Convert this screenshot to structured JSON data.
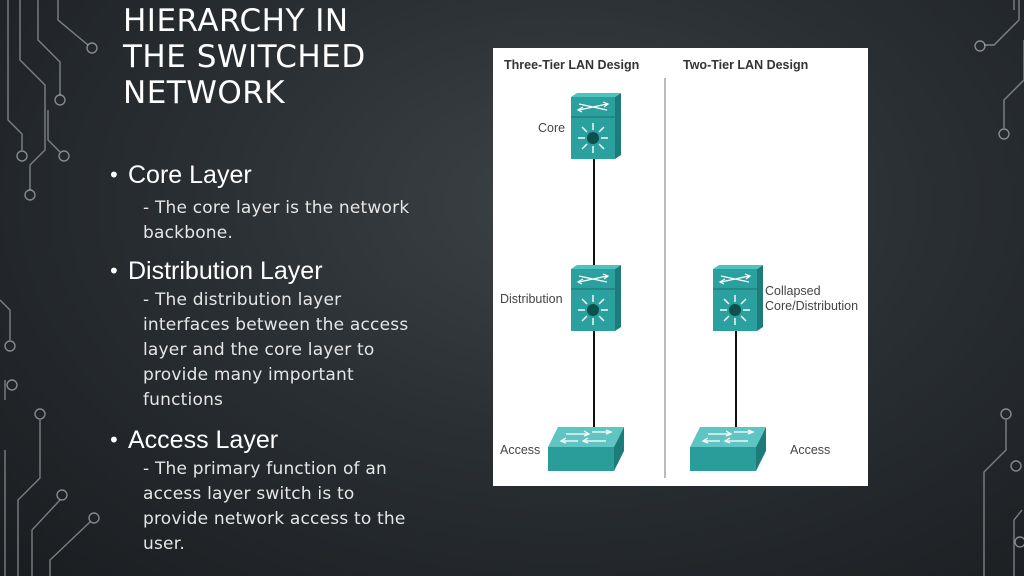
{
  "slide": {
    "title_lines": [
      "HIERARCHY IN",
      "THE SWITCHED",
      "NETWORK"
    ],
    "sections": [
      {
        "heading": "Core Layer",
        "lines": [
          "- The core layer is the network",
          "backbone."
        ]
      },
      {
        "heading": "Distribution Layer",
        "lines": [
          "- The distribution layer",
          "interfaces between the access",
          "layer and the core layer to",
          "provide many important",
          "functions"
        ]
      },
      {
        "heading": "Access Layer",
        "lines": [
          "- The primary function of an",
          "access layer switch is to",
          "provide network access to the",
          "user."
        ]
      }
    ]
  },
  "figure": {
    "three_tier_title": "Three-Tier LAN Design",
    "two_tier_title": "Two-Tier LAN Design",
    "labels": {
      "core": "Core",
      "distribution": "Distribution",
      "access_left": "Access",
      "collapsed_1": "Collapsed",
      "collapsed_2": "Core/Distribution",
      "access_right": "Access"
    },
    "device_color": "#2a9d9b",
    "device_color_dark": "#1f7f7d"
  }
}
